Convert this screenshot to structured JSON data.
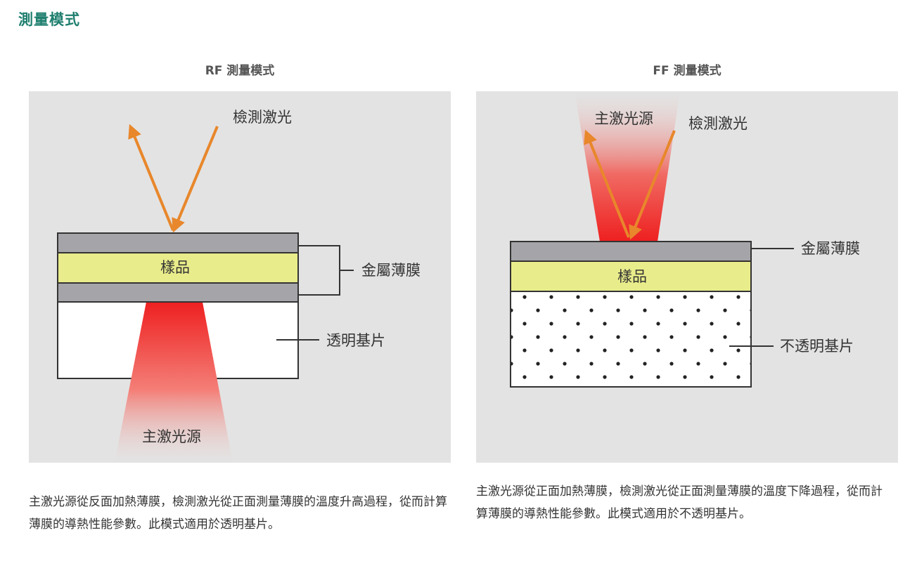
{
  "page_title": "測量模式",
  "panels": [
    {
      "title": "RF 測量模式",
      "labels": {
        "detect_laser": "檢測激光",
        "sample": "樣品",
        "metal_film": "金屬薄膜",
        "substrate": "透明基片",
        "main_laser": "主激光源"
      },
      "caption": "主激光源從反面加熱薄膜，檢測激光從正面測量薄膜的溫度升高過程，從而計算薄膜的導熱性能參數。此模式適用於透明基片。"
    },
    {
      "title": "FF 測量模式",
      "labels": {
        "main_laser": "主激光源",
        "detect_laser": "檢測激光",
        "metal_film": "金屬薄膜",
        "sample": "樣品",
        "substrate": "不透明基片"
      },
      "caption": "主激光源從正面加熱薄膜，檢測激光從正面測量薄膜的溫度下降過程，從而計算薄膜的導熱性能參數。此模式適用於不透明基片。"
    }
  ],
  "colors": {
    "title_accent": "#1f7f6f",
    "arrow": "#e8872b",
    "film": "#a5a5a9",
    "sample": "#e9ec8a",
    "laser": "#ee2020",
    "figure_bg": "#e3e3e3"
  }
}
